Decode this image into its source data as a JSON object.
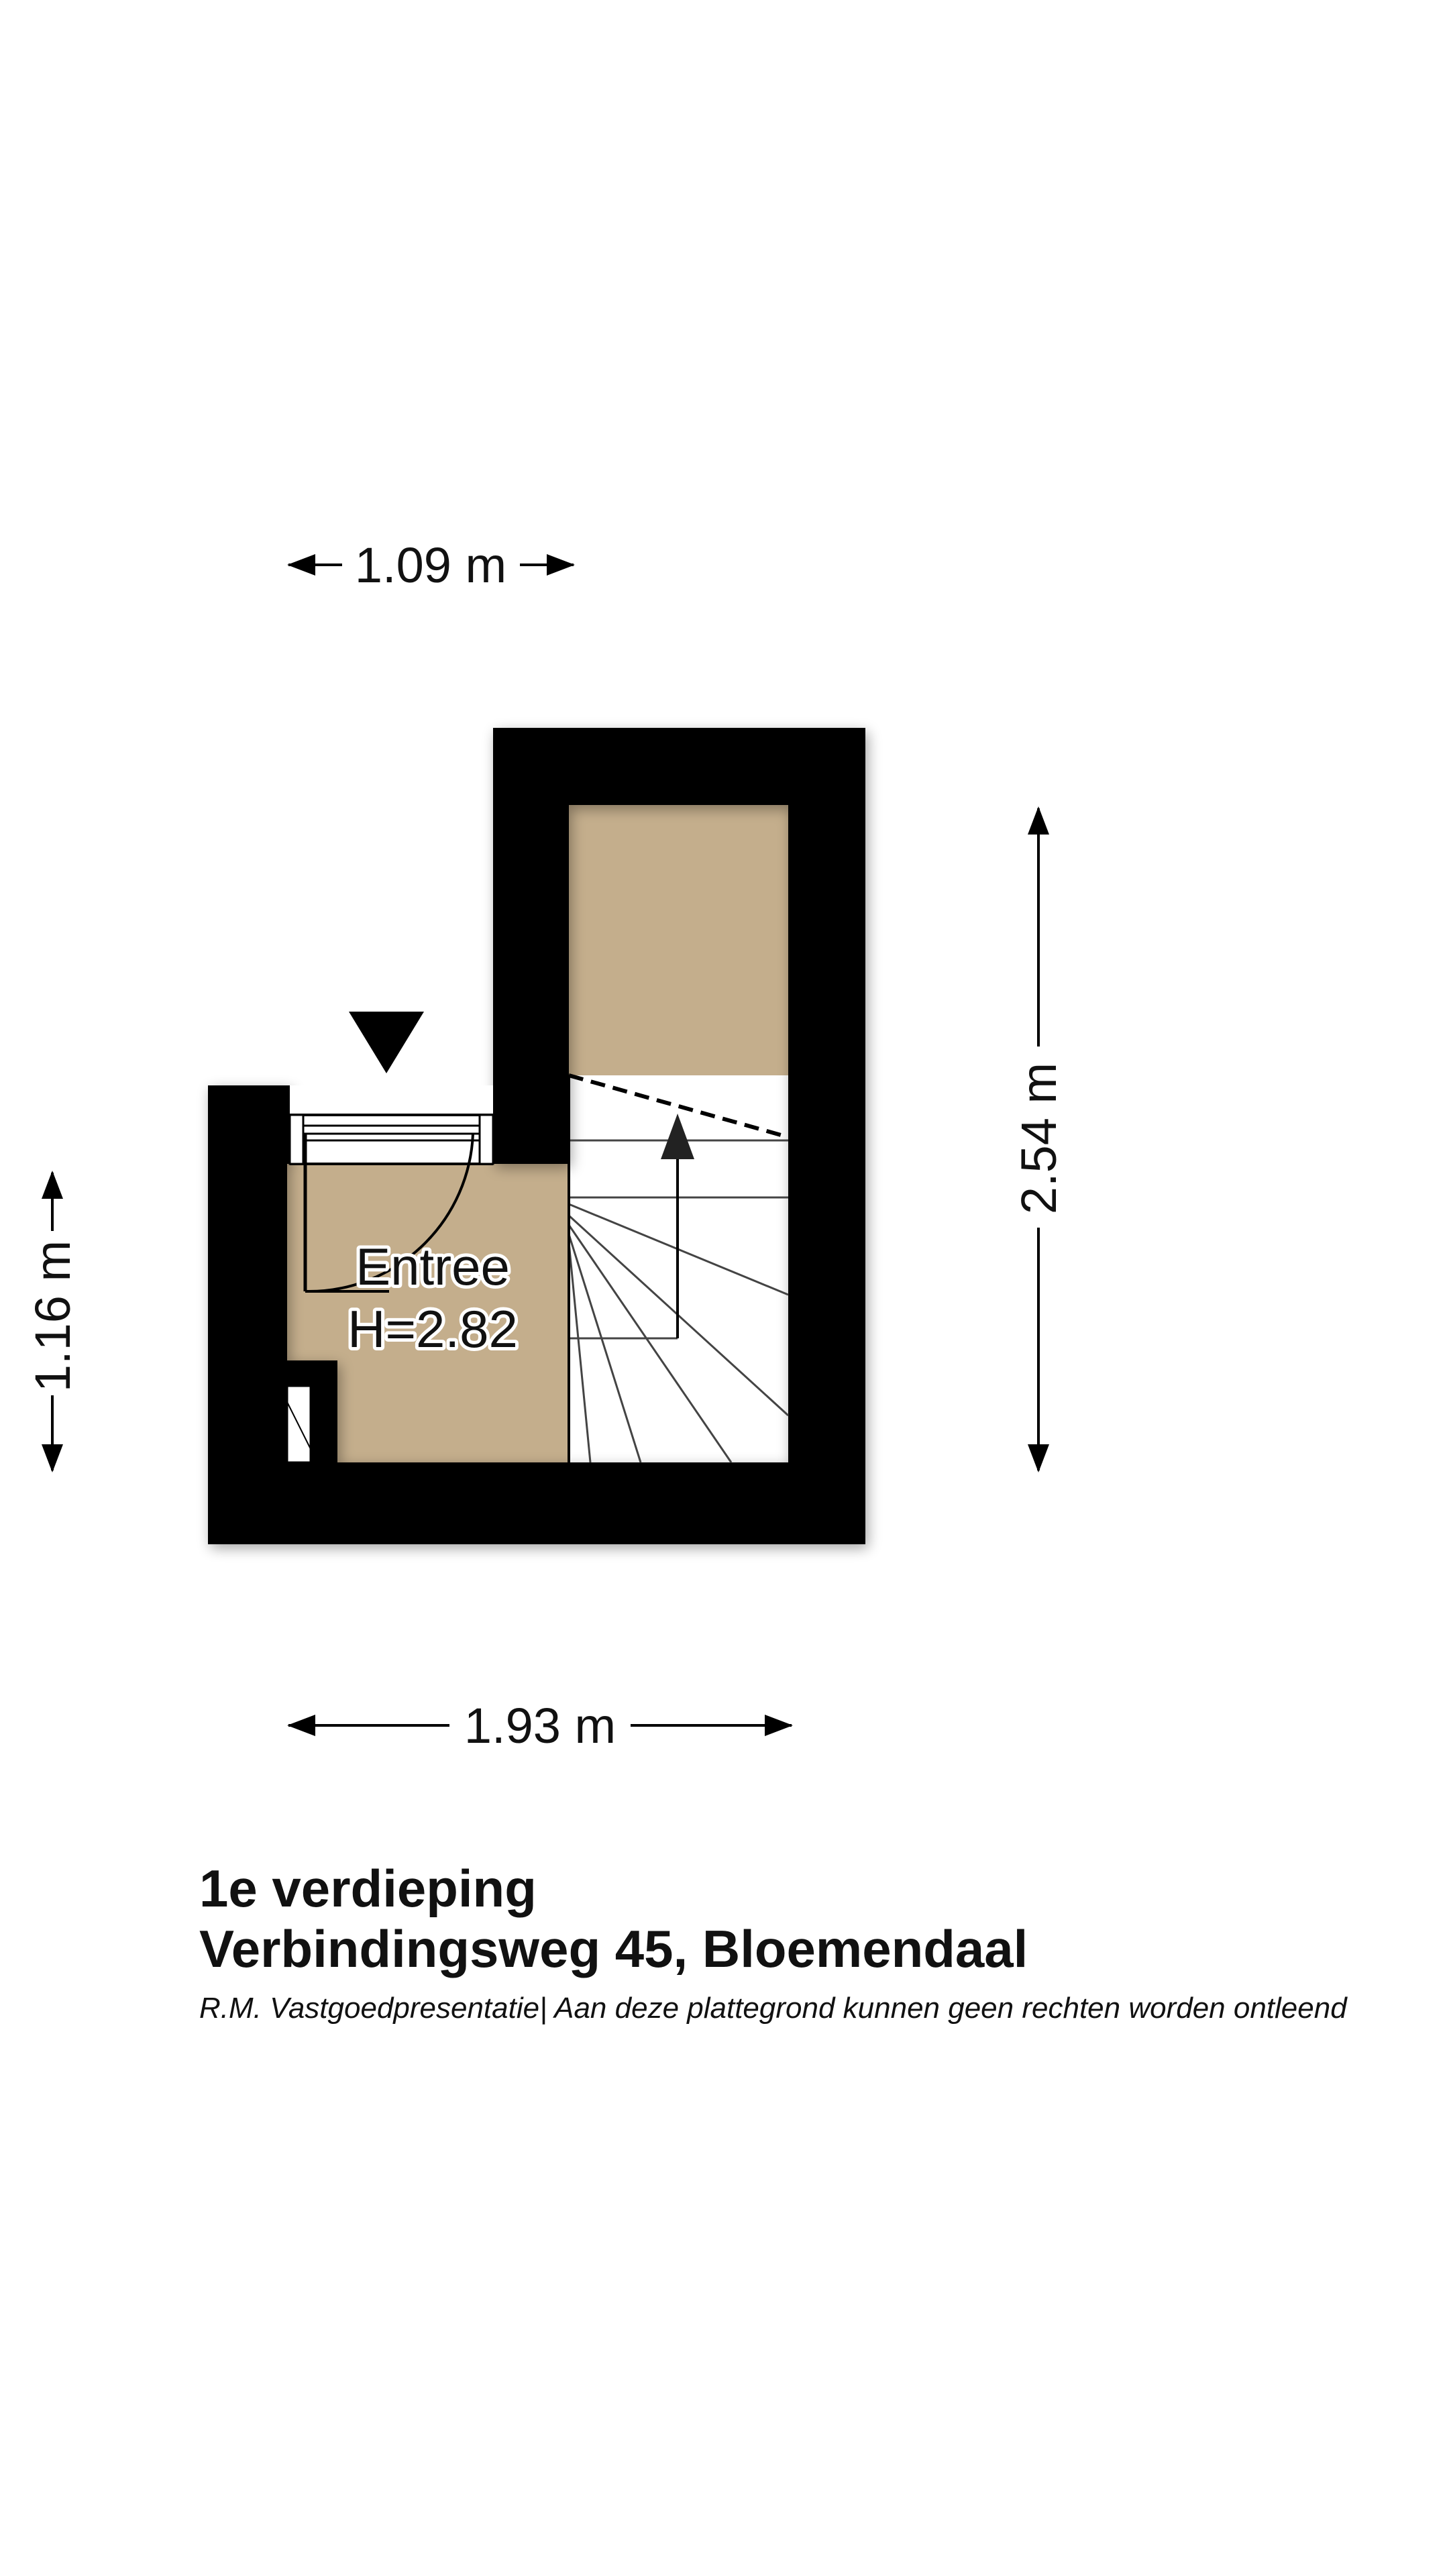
{
  "floor_label": "1e verdieping",
  "address": "Verbindingsweg 45, Bloemendaal",
  "disclaimer": "R.M. Vastgoedpresentatie| Aan deze plattegrond kunnen geen rechten worden ontleend",
  "rooms": [
    {
      "name": "Entree",
      "height_label": "H=2.82"
    }
  ],
  "dimensions": {
    "top_width": "1.09 m",
    "bottom_width": "1.93 m",
    "left_height": "1.16 m",
    "right_height": "2.54 m"
  },
  "colors": {
    "wall": "#000000",
    "floor": "#c4ae8c",
    "background": "#ffffff"
  }
}
